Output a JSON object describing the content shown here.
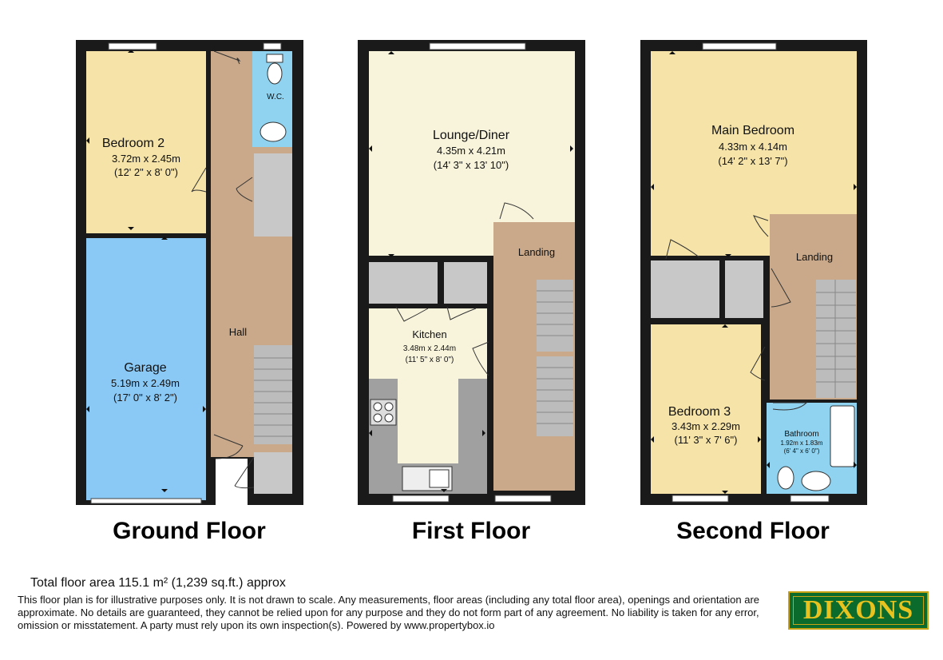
{
  "colors": {
    "wall": "#1a1a1a",
    "bedroom": "#f5e3a8",
    "garage": "#8ac8f5",
    "hall": "#c9a98a",
    "lounge": "#f8f4dc",
    "kitchen": "#f8f4dc",
    "wc": "#8fd3f0",
    "store": "#c8c8c8",
    "stairs": "#bcbcbc",
    "counter": "#a0a0a0",
    "logo_green": "#0a6b2c",
    "logo_gold": "#e8c21e"
  },
  "floors": {
    "ground": {
      "title": "Ground Floor",
      "rooms": {
        "bedroom2": {
          "name": "Bedroom 2",
          "dim_m": "3.72m x 2.45m",
          "dim_ft": "(12' 2\" x 8' 0\")"
        },
        "garage": {
          "name": "Garage",
          "dim_m": "5.19m x 2.49m",
          "dim_ft": "(17' 0\" x 8' 2\")"
        },
        "hall": {
          "name": "Hall"
        },
        "wc": {
          "name": "W.C."
        }
      }
    },
    "first": {
      "title": "First Floor",
      "rooms": {
        "lounge": {
          "name": "Lounge/Diner",
          "dim_m": "4.35m x 4.21m",
          "dim_ft": "(14' 3\" x 13' 10\")"
        },
        "kitchen": {
          "name": "Kitchen",
          "dim_m": "3.48m x 2.44m",
          "dim_ft": "(11' 5\" x 8' 0\")"
        },
        "landing": {
          "name": "Landing"
        }
      }
    },
    "second": {
      "title": "Second Floor",
      "rooms": {
        "main_bedroom": {
          "name": "Main Bedroom",
          "dim_m": "4.33m x 4.14m",
          "dim_ft": "(14' 2\" x 13' 7\")"
        },
        "bedroom3": {
          "name": "Bedroom 3",
          "dim_m": "3.43m x 2.29m",
          "dim_ft": "(11' 3\" x 7' 6\")"
        },
        "bathroom": {
          "name": "Bathroom",
          "dim_m": "1.92m x 1.83m",
          "dim_ft": "(6' 4\" x 6' 0\")"
        },
        "landing": {
          "name": "Landing"
        }
      }
    }
  },
  "footer": {
    "total_area": "Total floor area 115.1 m² (1,239 sq.ft.) approx",
    "disclaimer": "This floor plan is for illustrative purposes only. It is not drawn to scale. Any measurements, floor areas (including any total floor area), openings and orientation are approximate. No details are guaranteed, they cannot be relied upon for any purpose and they do not form part of any agreement. No liability is taken for any error, omission or misstatement. A party must rely upon its own inspection(s). Powered by www.propertybox.io",
    "logo_text": "DIXONS"
  }
}
